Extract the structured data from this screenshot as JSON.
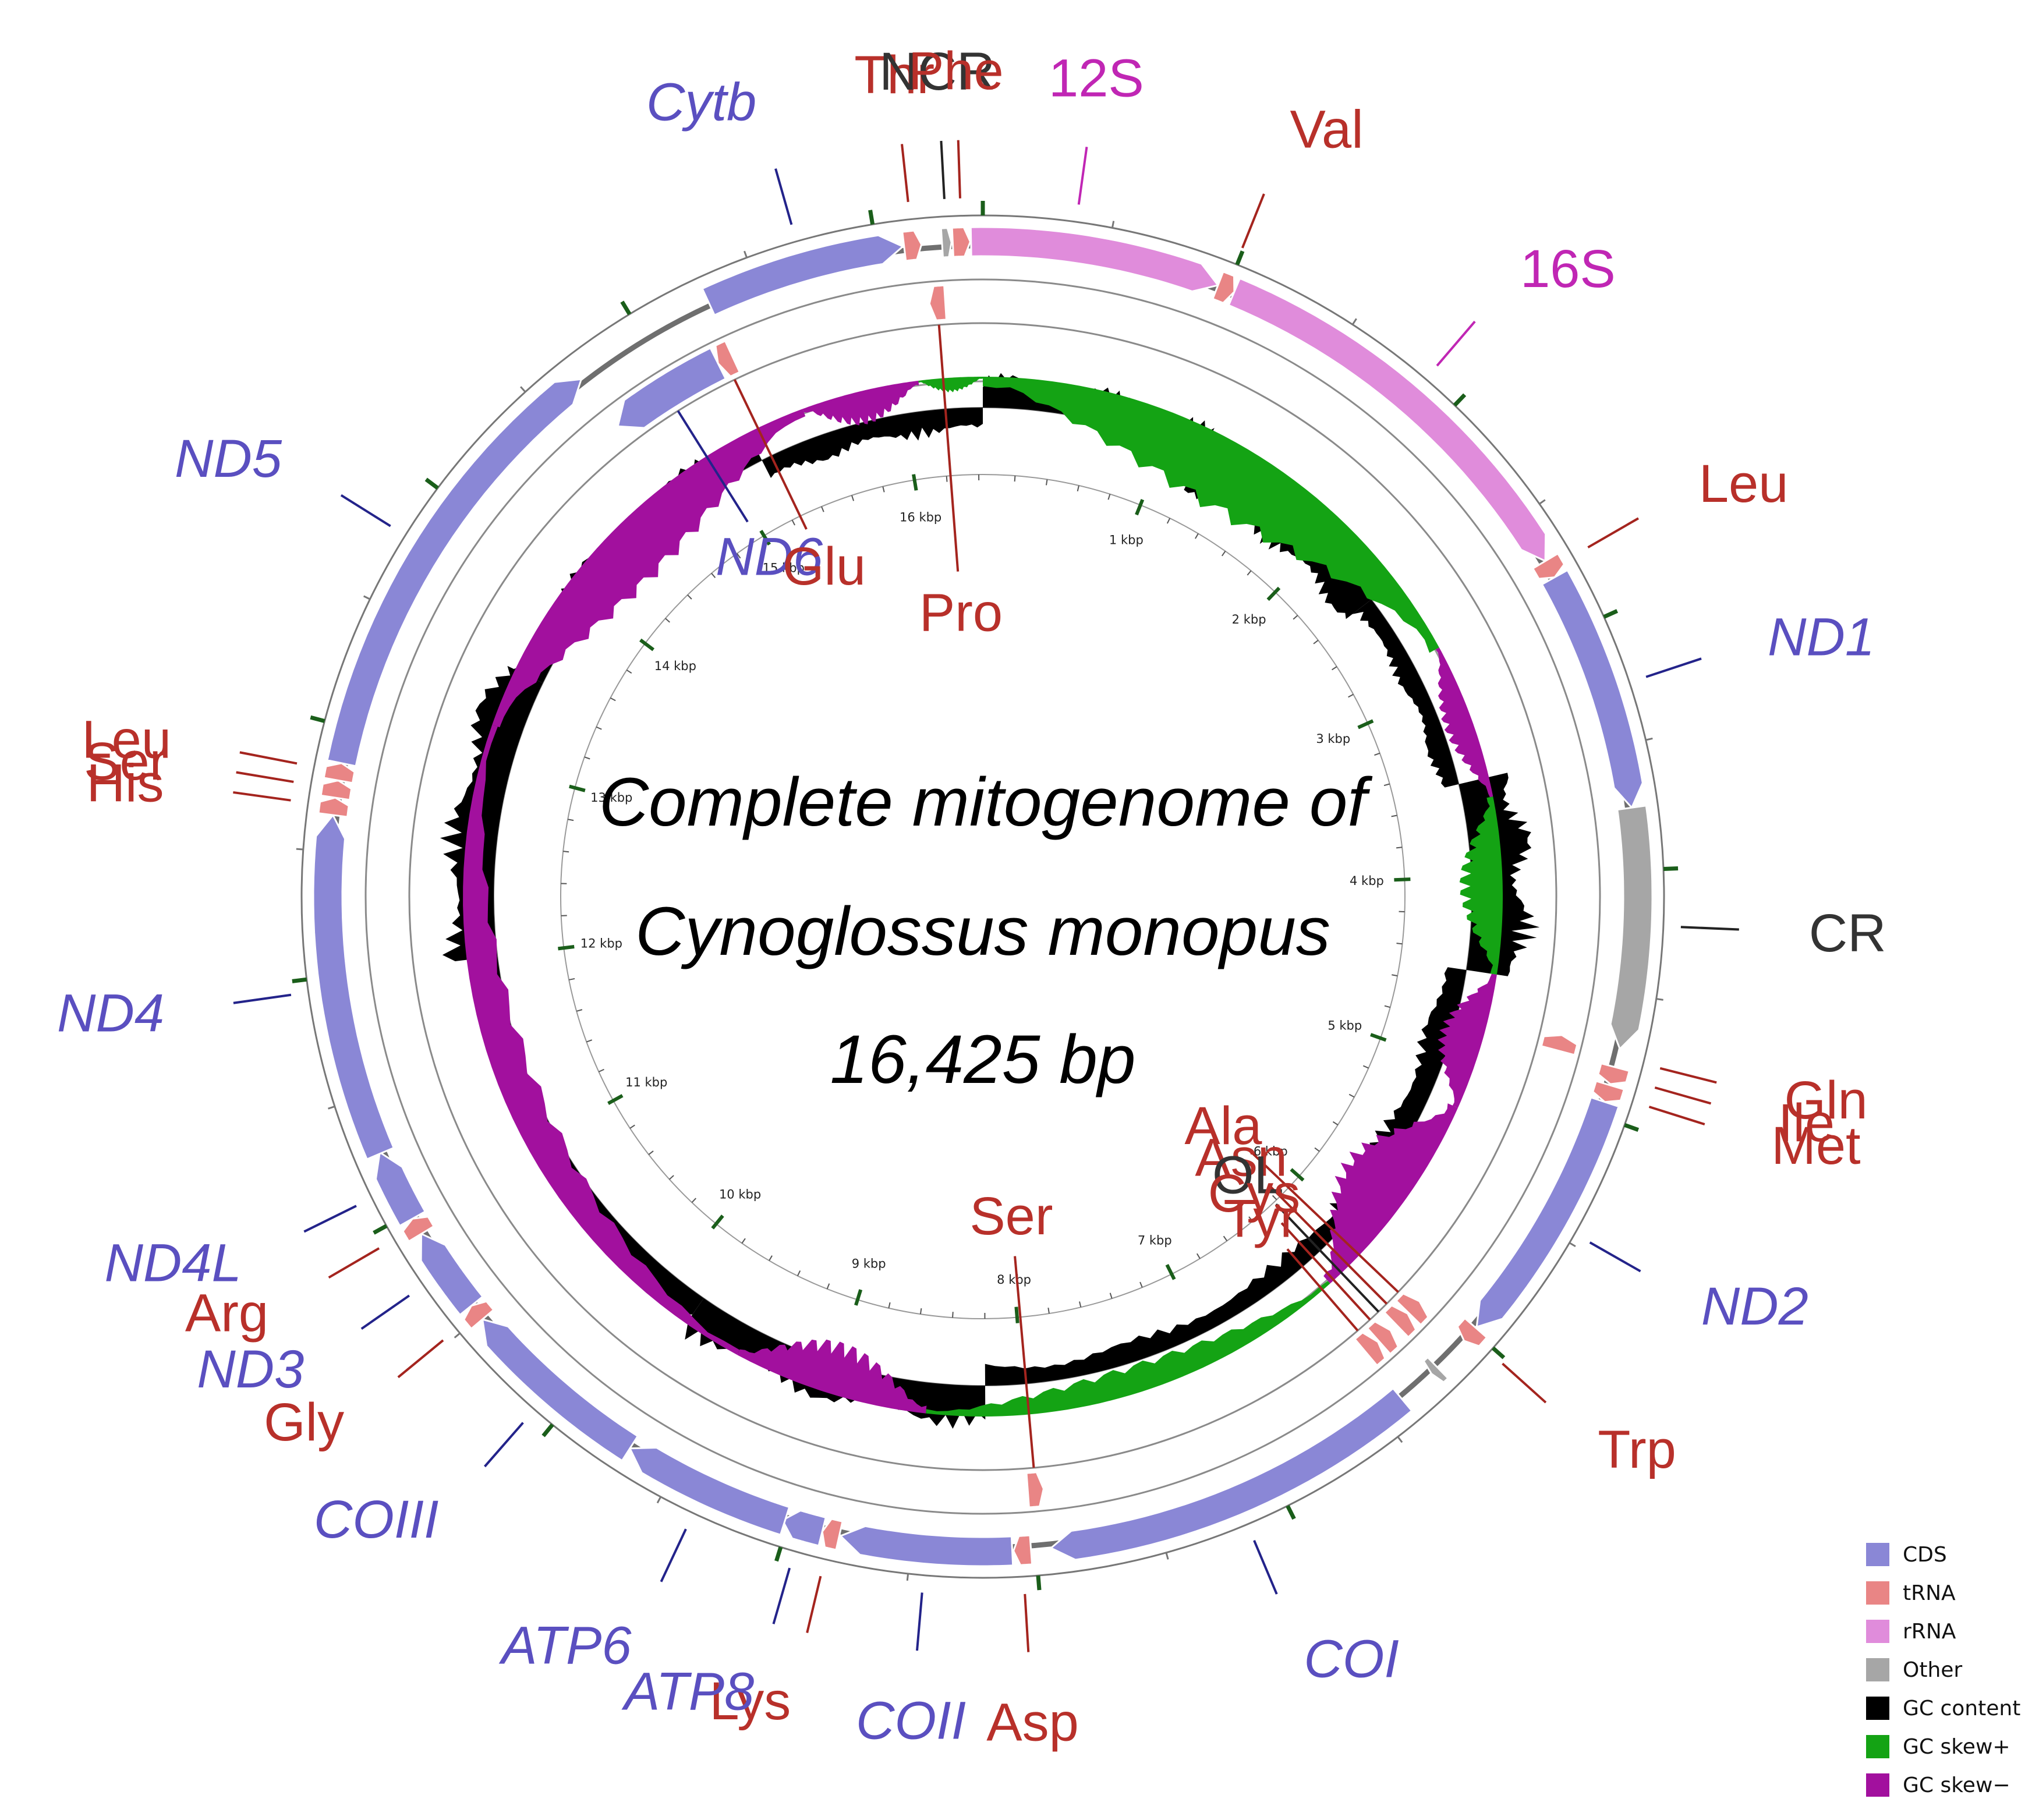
{
  "title": {
    "line1": "Complete mitogenome of",
    "line2": "Cynoglossus monopus",
    "line3": "16,425 bp"
  },
  "genome_length_bp": 16425,
  "colors": {
    "CDS": "#8a87d6",
    "tRNA": "#e98585",
    "rRNA": "#e08cdb",
    "Other": "#a6a6a6",
    "GC content": "#000000",
    "GC skew+": "#14a314",
    "GC skew-": "#a2109e",
    "cds_label": "#5a4fc0",
    "trna_label": "#b8302a",
    "rrna_label": "#c026b4",
    "other_label": "#333333"
  },
  "legend": [
    {
      "key": "CDS",
      "label": "CDS"
    },
    {
      "key": "tRNA",
      "label": "tRNA"
    },
    {
      "key": "rRNA",
      "label": "rRNA"
    },
    {
      "key": "Other",
      "label": "Other"
    },
    {
      "key": "GC content",
      "label": "GC content"
    },
    {
      "key": "GC skew+",
      "label": "GC skew+"
    },
    {
      "key": "GC skew-",
      "label": "GC skew−"
    }
  ],
  "kbp_ticks": [
    "1 kbp",
    "2 kbp",
    "3 kbp",
    "4 kbp",
    "5 kbp",
    "6 kbp",
    "7 kbp",
    "8 kbp",
    "9 kbp",
    "10 kbp",
    "11 kbp",
    "12 kbp",
    "13 kbp",
    "14 kbp",
    "15 kbp",
    "16 kbp"
  ],
  "features": [
    {
      "name": "Thr",
      "type": "tRNA",
      "start": 16110,
      "end": 16180,
      "strand": "+"
    },
    {
      "name": "Pro",
      "type": "tRNA",
      "start": 16190,
      "end": 16260,
      "strand": "-"
    },
    {
      "name": "NCR",
      "type": "Other",
      "start": 16262,
      "end": 16300,
      "strand": "+"
    },
    {
      "name": "Phe",
      "type": "tRNA",
      "start": 16305,
      "end": 16375,
      "strand": "+"
    },
    {
      "name": "12S",
      "type": "rRNA",
      "start": 16378,
      "end": 960,
      "strand": "+"
    },
    {
      "name": "Val",
      "type": "tRNA",
      "start": 960,
      "end": 1030,
      "strand": "+"
    },
    {
      "name": "16S",
      "type": "rRNA",
      "start": 1030,
      "end": 2700,
      "strand": "+"
    },
    {
      "name": "Leu",
      "type": "tRNA",
      "start": 2700,
      "end": 2775,
      "strand": "+"
    },
    {
      "name": "ND1",
      "type": "CDS",
      "start": 2775,
      "end": 3750,
      "strand": "+"
    },
    {
      "name": "CR",
      "type": "Other",
      "start": 3750,
      "end": 4720,
      "strand": "+"
    },
    {
      "name": "Gln",
      "type": "tRNA",
      "start": 4720,
      "end": 4790,
      "strand": "-"
    },
    {
      "name": "Ile",
      "type": "tRNA",
      "start": 4795,
      "end": 4865,
      "strand": "+"
    },
    {
      "name": "Met",
      "type": "tRNA",
      "start": 4870,
      "end": 4940,
      "strand": "+"
    },
    {
      "name": "ND2",
      "type": "CDS",
      "start": 4940,
      "end": 5980,
      "strand": "+"
    },
    {
      "name": "Trp",
      "type": "tRNA",
      "start": 5985,
      "end": 6055,
      "strand": "+"
    },
    {
      "name": "Ala",
      "type": "tRNA",
      "start": 6060,
      "end": 6130,
      "strand": "-"
    },
    {
      "name": "Asn",
      "type": "tRNA",
      "start": 6135,
      "end": 6205,
      "strand": "-"
    },
    {
      "name": "OL",
      "type": "Other",
      "start": 6205,
      "end": 6240,
      "strand": "+"
    },
    {
      "name": "Cys",
      "type": "tRNA",
      "start": 6240,
      "end": 6310,
      "strand": "-"
    },
    {
      "name": "Tyr",
      "type": "tRNA",
      "start": 6315,
      "end": 6385,
      "strand": "-"
    },
    {
      "name": "COI",
      "type": "CDS",
      "start": 6395,
      "end": 7940,
      "strand": "+"
    },
    {
      "name": "Ser",
      "type": "tRNA",
      "start": 7945,
      "end": 8015,
      "strand": "-"
    },
    {
      "name": "Asp",
      "type": "tRNA",
      "start": 8020,
      "end": 8090,
      "strand": "+"
    },
    {
      "name": "COII",
      "type": "CDS",
      "start": 8095,
      "end": 8785,
      "strand": "+"
    },
    {
      "name": "Lys",
      "type": "tRNA",
      "start": 8790,
      "end": 8860,
      "strand": "+"
    },
    {
      "name": "ATP8",
      "type": "CDS",
      "start": 8860,
      "end": 9025,
      "strand": "+"
    },
    {
      "name": "ATP6",
      "type": "CDS",
      "start": 9015,
      "end": 9700,
      "strand": "+"
    },
    {
      "name": "COIII",
      "type": "CDS",
      "start": 9700,
      "end": 10485,
      "strand": "+"
    },
    {
      "name": "Gly",
      "type": "tRNA",
      "start": 10485,
      "end": 10555,
      "strand": "+"
    },
    {
      "name": "ND3",
      "type": "CDS",
      "start": 10555,
      "end": 10905,
      "strand": "+"
    },
    {
      "name": "Arg",
      "type": "tRNA",
      "start": 10905,
      "end": 10975,
      "strand": "+"
    },
    {
      "name": "ND4L",
      "type": "CDS",
      "start": 10975,
      "end": 11270,
      "strand": "+"
    },
    {
      "name": "ND4",
      "type": "CDS",
      "start": 11265,
      "end": 12645,
      "strand": "+"
    },
    {
      "name": "His",
      "type": "tRNA",
      "start": 12645,
      "end": 12715,
      "strand": "+"
    },
    {
      "name": "Ser",
      "type": "tRNA",
      "start": 12715,
      "end": 12785,
      "strand": "+"
    },
    {
      "name": "Leu",
      "type": "tRNA",
      "start": 12785,
      "end": 12855,
      "strand": "+"
    },
    {
      "name": "ND5",
      "type": "CDS",
      "start": 12855,
      "end": 14700,
      "strand": "+"
    },
    {
      "name": "ND6",
      "type": "CDS",
      "start": 14700,
      "end": 15220,
      "strand": "-"
    },
    {
      "name": "Glu",
      "type": "tRNA",
      "start": 15220,
      "end": 15290,
      "strand": "-"
    },
    {
      "name": "Cytb",
      "type": "CDS",
      "start": 15295,
      "end": 16105,
      "strand": "+"
    }
  ],
  "labels": [
    {
      "text": "Cytb",
      "type": "CDS",
      "pos": 15700
    },
    {
      "text": "Thr",
      "type": "tRNA",
      "pos": 16145
    },
    {
      "text": "NCR",
      "type": "Other",
      "pos": 16281
    },
    {
      "text": "Phe",
      "type": "tRNA",
      "pos": 16340
    },
    {
      "text": "12S",
      "type": "rRNA",
      "pos": 360
    },
    {
      "text": "Val",
      "type": "tRNA",
      "pos": 995
    },
    {
      "text": "16S",
      "type": "rRNA",
      "pos": 1850
    },
    {
      "text": "Leu",
      "type": "tRNA",
      "pos": 2738
    },
    {
      "text": "ND1",
      "type": "CDS",
      "pos": 3270
    },
    {
      "text": "CR",
      "type": "Other",
      "pos": 4220
    },
    {
      "text": "Gln",
      "type": "tRNA",
      "pos": 4755
    },
    {
      "text": "Ile",
      "type": "tRNA",
      "pos": 4830
    },
    {
      "text": "Met",
      "type": "tRNA",
      "pos": 4905
    },
    {
      "text": "ND2",
      "type": "CDS",
      "pos": 5460
    },
    {
      "text": "Trp",
      "type": "tRNA",
      "pos": 6020
    },
    {
      "text": "Ala",
      "type": "tRNA",
      "pos": 6095
    },
    {
      "text": "Asn",
      "type": "tRNA",
      "pos": 6170
    },
    {
      "text": "OL",
      "type": "Other",
      "pos": 6222
    },
    {
      "text": "Cys",
      "type": "tRNA",
      "pos": 6275
    },
    {
      "text": "Tyr",
      "type": "tRNA",
      "pos": 6350
    },
    {
      "text": "COI",
      "type": "CDS",
      "pos": 7170
    },
    {
      "text": "Ser",
      "type": "tRNA",
      "pos": 7980
    },
    {
      "text": "Asp",
      "type": "tRNA",
      "pos": 8055
    },
    {
      "text": "COII",
      "type": "CDS",
      "pos": 8440
    },
    {
      "text": "Lys",
      "type": "tRNA",
      "pos": 8825
    },
    {
      "text": "ATP8",
      "type": "CDS",
      "pos": 8945
    },
    {
      "text": "ATP6",
      "type": "CDS",
      "pos": 9360
    },
    {
      "text": "COIII",
      "type": "CDS",
      "pos": 10090
    },
    {
      "text": "Gly",
      "type": "tRNA",
      "pos": 10520
    },
    {
      "text": "ND3",
      "type": "CDS",
      "pos": 10730
    },
    {
      "text": "Arg",
      "type": "tRNA",
      "pos": 10940
    },
    {
      "text": "ND4L",
      "type": "CDS",
      "pos": 11120
    },
    {
      "text": "ND4",
      "type": "CDS",
      "pos": 11950
    },
    {
      "text": "His",
      "type": "tRNA",
      "pos": 12680
    },
    {
      "text": "Ser",
      "type": "tRNA",
      "pos": 12750
    },
    {
      "text": "Leu",
      "type": "tRNA",
      "pos": 12820
    },
    {
      "text": "ND5",
      "type": "CDS",
      "pos": 13780
    },
    {
      "text": "ND6",
      "type": "CDS",
      "pos": 14960
    },
    {
      "text": "Glu",
      "type": "tRNA",
      "pos": 15255
    },
    {
      "text": "Pro",
      "type": "tRNA",
      "pos": 16225
    }
  ],
  "gc_skew": [
    {
      "from": 15500,
      "to": 16100,
      "sign": "-",
      "level": 0.35
    },
    {
      "from": 16100,
      "to": 16425,
      "sign": "+",
      "level": 0.15
    },
    {
      "from": 0,
      "to": 2800,
      "sign": "+",
      "level": 0.75
    },
    {
      "from": 2800,
      "to": 3600,
      "sign": "-",
      "level": 0.3
    },
    {
      "from": 3600,
      "to": 4500,
      "sign": "+",
      "level": 0.45
    },
    {
      "from": 4500,
      "to": 5200,
      "sign": "-",
      "level": 0.45
    },
    {
      "from": 5200,
      "to": 6300,
      "sign": "-",
      "level": 0.75
    },
    {
      "from": 6300,
      "to": 8500,
      "sign": "+",
      "level": 0.3
    },
    {
      "from": 8500,
      "to": 9500,
      "sign": "-",
      "level": 0.55
    },
    {
      "from": 9500,
      "to": 13200,
      "sign": "-",
      "level": 0.4
    },
    {
      "from": 13200,
      "to": 15500,
      "sign": "-",
      "level": 0.65
    }
  ],
  "gc_content": [
    {
      "from": 0,
      "to": 1200,
      "dir": "out",
      "level": 0.45
    },
    {
      "from": 1200,
      "to": 2400,
      "dir": "in",
      "level": 0.5
    },
    {
      "from": 2400,
      "to": 3500,
      "dir": "in",
      "level": 0.3
    },
    {
      "from": 3500,
      "to": 4500,
      "dir": "out",
      "level": 0.85
    },
    {
      "from": 4500,
      "to": 6000,
      "dir": "in",
      "level": 0.4
    },
    {
      "from": 6000,
      "to": 8200,
      "dir": "in",
      "level": 0.3
    },
    {
      "from": 8200,
      "to": 9800,
      "dir": "out",
      "level": 0.55
    },
    {
      "from": 9800,
      "to": 12000,
      "dir": "out",
      "level": 0.35
    },
    {
      "from": 12000,
      "to": 13500,
      "dir": "out",
      "level": 0.7
    },
    {
      "from": 13500,
      "to": 15200,
      "dir": "out",
      "level": 0.45
    },
    {
      "from": 15200,
      "to": 16425,
      "dir": "in",
      "level": 0.35
    }
  ]
}
